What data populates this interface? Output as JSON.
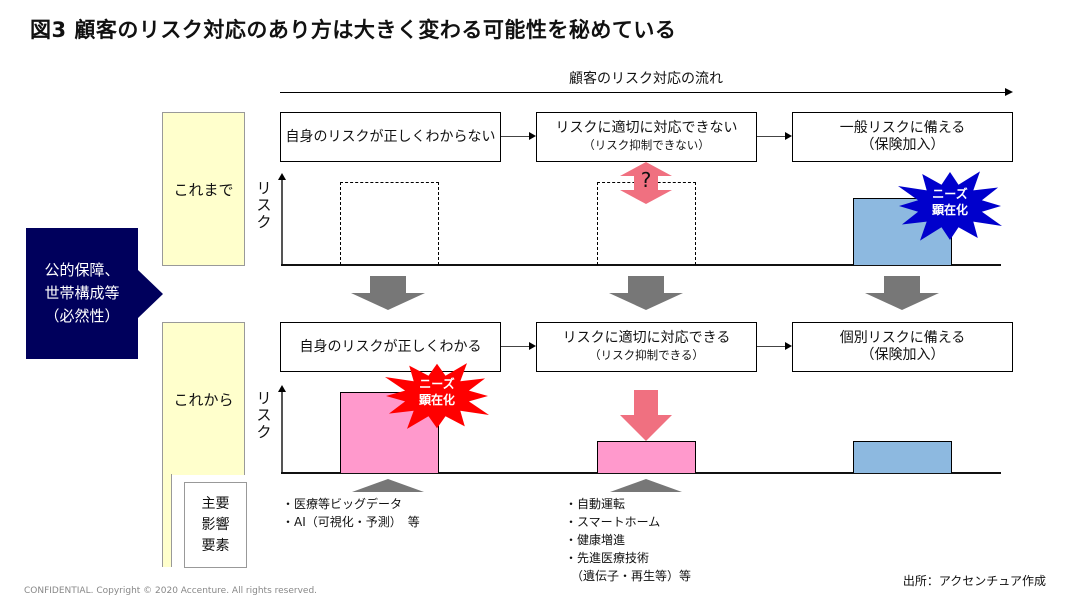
{
  "title": "図3 顧客のリスク対応のあり方は大きく変わる可能性を秘めている",
  "flow_header": "顧客のリスク対応の流れ",
  "left_box": [
    "公的保障、",
    "世帯構成等",
    "（必然性）"
  ],
  "rows": [
    {
      "label": "これまで",
      "axis_label": "リスク",
      "steps": [
        {
          "main": "自身のリスクが正しくわからない",
          "sub": ""
        },
        {
          "main": "リスクに適切に対応できない",
          "sub": "（リスク抑制できない）"
        },
        {
          "main": "一般リスクに備える",
          "sub": "（保険加入）"
        }
      ],
      "question_mark": "?",
      "burst": {
        "line1": "ニーズ",
        "line2": "顕在化",
        "color": "#0000cc"
      }
    },
    {
      "label": "これから",
      "axis_label": "リスク",
      "steps": [
        {
          "main": "自身のリスクが正しくわかる",
          "sub": ""
        },
        {
          "main": "リスクに適切に対応できる",
          "sub": "（リスク抑制できる）"
        },
        {
          "main": "個別リスクに備える",
          "sub": "（保険加入）"
        }
      ],
      "burst": {
        "line1": "ニーズ",
        "line2": "顕在化",
        "color": "#ff0000"
      }
    }
  ],
  "factors_label": [
    "主要",
    "影響",
    "要素"
  ],
  "factors_1": [
    "・医療等ビッグデータ",
    "・AI（可視化・予測）　等"
  ],
  "factors_2": [
    "・自動運転",
    "・スマートホーム",
    "・健康増進",
    "・先進医療技術",
    "　（遺伝子・再生等）等"
  ],
  "source": "出所：アクセンチュア作成",
  "footer": "CONFIDENTIAL. Copyright © 2020 Accenture. All rights reserved.",
  "colors": {
    "navy": "#00005c",
    "yellow": "#ffffcc",
    "pink": "#ff99cc",
    "blue": "#8db9e0",
    "salmon": "#f07080",
    "gray": "#777777"
  }
}
